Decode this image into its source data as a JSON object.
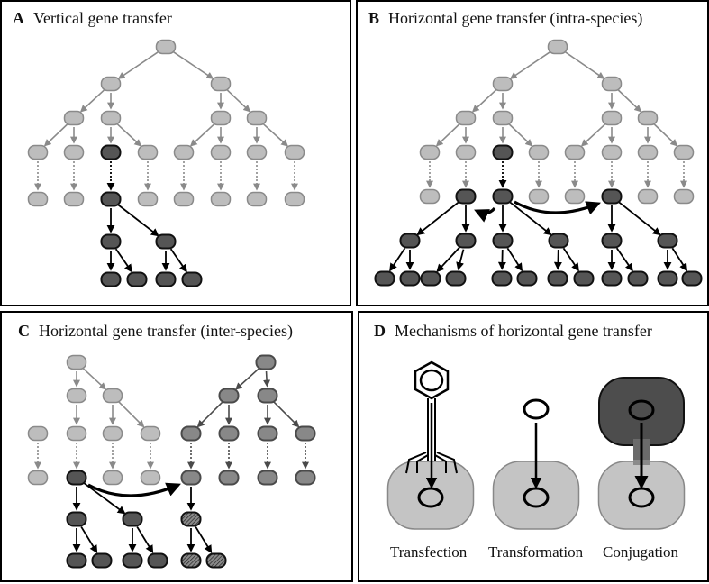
{
  "figure": {
    "panels": [
      {
        "letter": "A",
        "title": "Vertical gene transfer"
      },
      {
        "letter": "B",
        "title": "Horizontal gene transfer (intra-species)"
      },
      {
        "letter": "C",
        "title": "Horizontal gene transfer (inter-species)"
      },
      {
        "letter": "D",
        "title": "Mechanisms of horizontal gene transfer"
      }
    ],
    "mechanisms": [
      {
        "name": "Transfection",
        "donor": "bacteriophage"
      },
      {
        "name": "Transformation",
        "donor": "free DNA"
      },
      {
        "name": "Conjugation",
        "donor": "donor cell"
      }
    ],
    "colors": {
      "light_node": "#bdbdbd",
      "light_stroke": "#8a8a8a",
      "dark_node": "#555555",
      "dark_stroke": "#111111",
      "mid_node": "#888888",
      "mid_stroke": "#4a4a4a",
      "recipient_cell": "#c4c4c4",
      "donor_cell": "#4d4d4d"
    }
  }
}
